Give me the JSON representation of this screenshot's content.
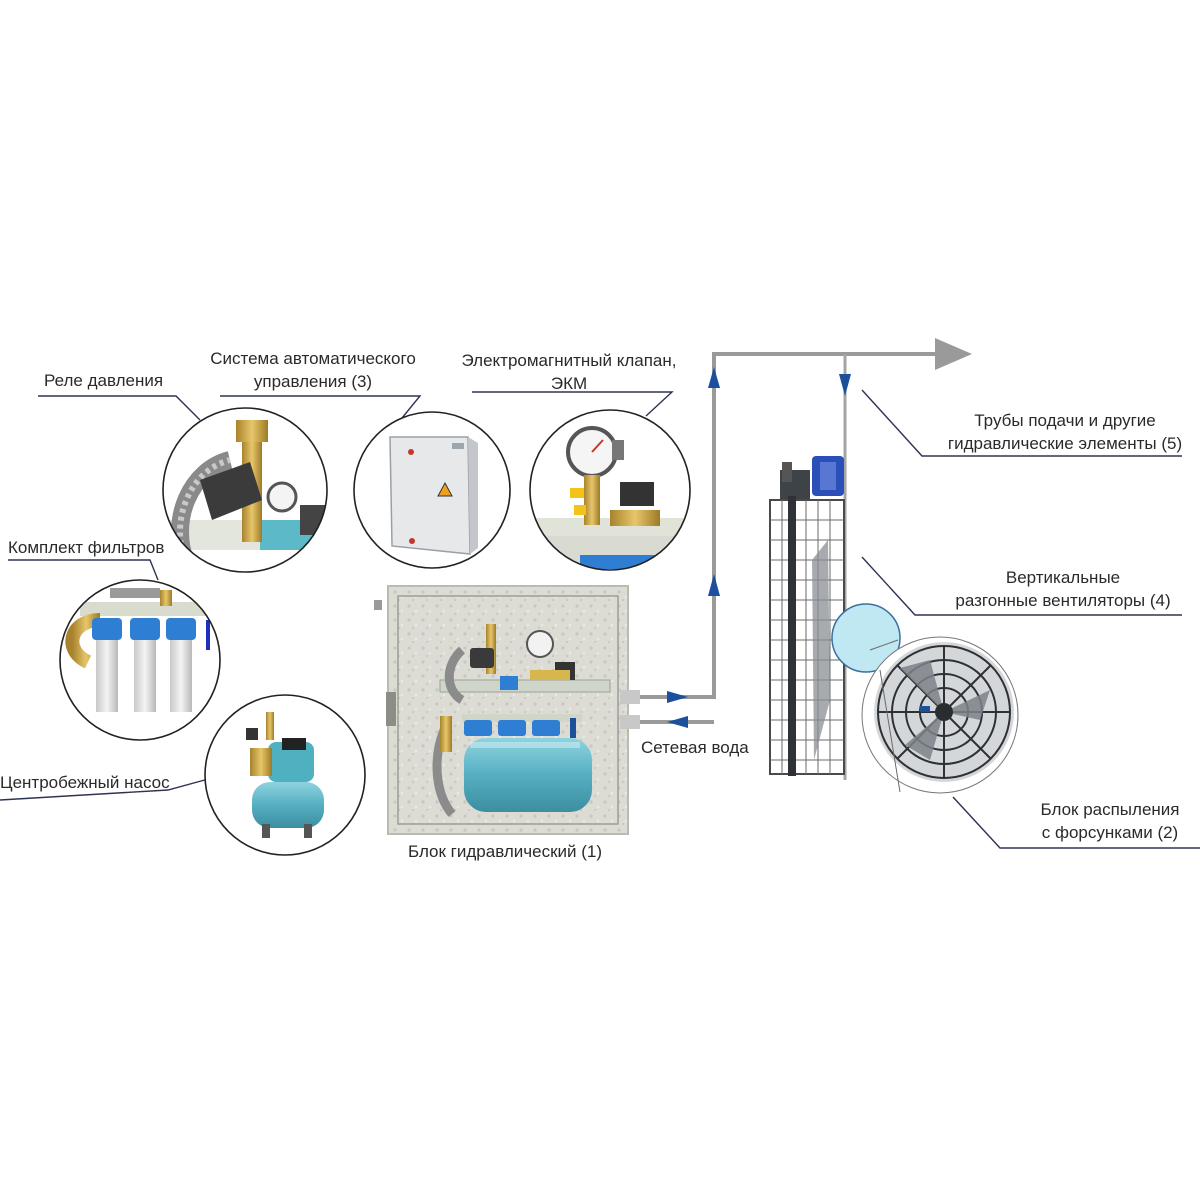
{
  "labels": {
    "pressure_relay": "Реле давления",
    "auto_control_line1": "Система автоматического",
    "auto_control_line2": "управления (3)",
    "solenoid_line1": "Электромагнитный клапан,",
    "solenoid_line2": "ЭКМ",
    "filters": "Комплект фильтров",
    "pump": "Центробежный насос",
    "hydraulic_block": "Блок гидравлический (1)",
    "mains_water": "Сетевая вода",
    "pipes_line1": "Трубы подачи и другие",
    "pipes_line2": "гидравлические элементы (5)",
    "fans_line1": "Вертикальные",
    "fans_line2": "разгонные вентиляторы (4)",
    "spray_line1": "Блок распыления",
    "spray_line2": "с форсунками (2)"
  },
  "colors": {
    "leader_line": "#2f3353",
    "pipe": "#9a9a9a",
    "flow_arrow": "#1c4f9c",
    "filter_blue": "#2e7fd4",
    "tank_teal": "#5ab7c7",
    "cabinet_bg": "#d9dbd2",
    "zoom_circle": "#bfe8f2"
  }
}
